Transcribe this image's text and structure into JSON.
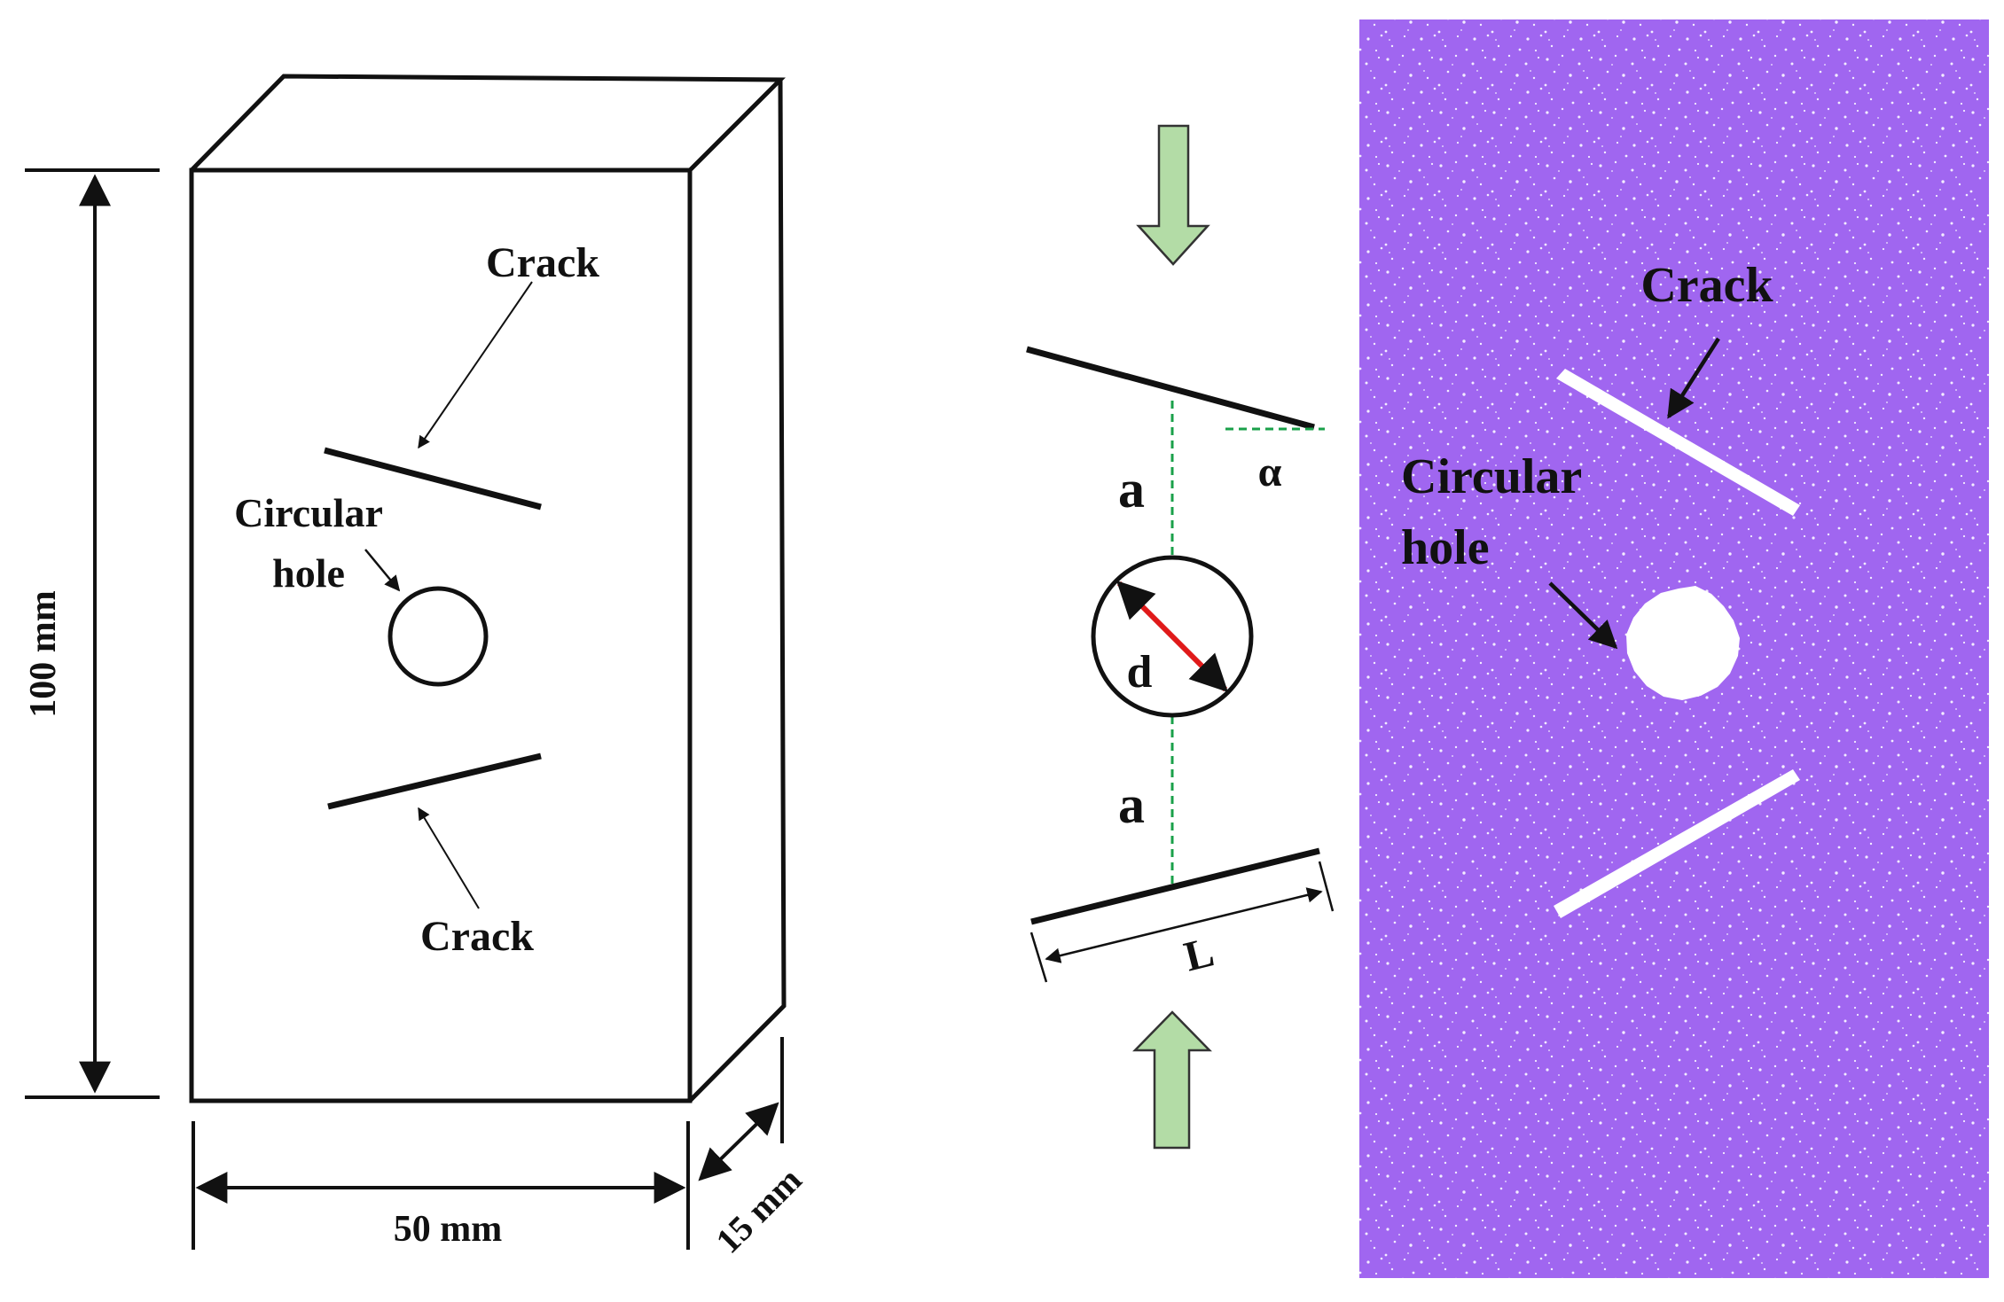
{
  "left_panel": {
    "height_label": "100 mm",
    "width_label": "50 mm",
    "depth_label": "15 mm",
    "crack_top_label": "Crack",
    "crack_bottom_label": "Crack",
    "hole_label_line1": "Circular",
    "hole_label_line2": "hole"
  },
  "middle_panel": {
    "spacing_top_label": "a",
    "spacing_bottom_label": "a",
    "angle_label": "α",
    "diameter_label": "d",
    "length_label": "L",
    "arrow_color": "#b3dca6",
    "diameter_color": "#e01a1a",
    "guide_color": "#1aa04a"
  },
  "right_panel": {
    "crack_label": "Crack",
    "hole_label_line1": "Circular",
    "hole_label_line2": "hole",
    "background_color": "#a066f0"
  }
}
